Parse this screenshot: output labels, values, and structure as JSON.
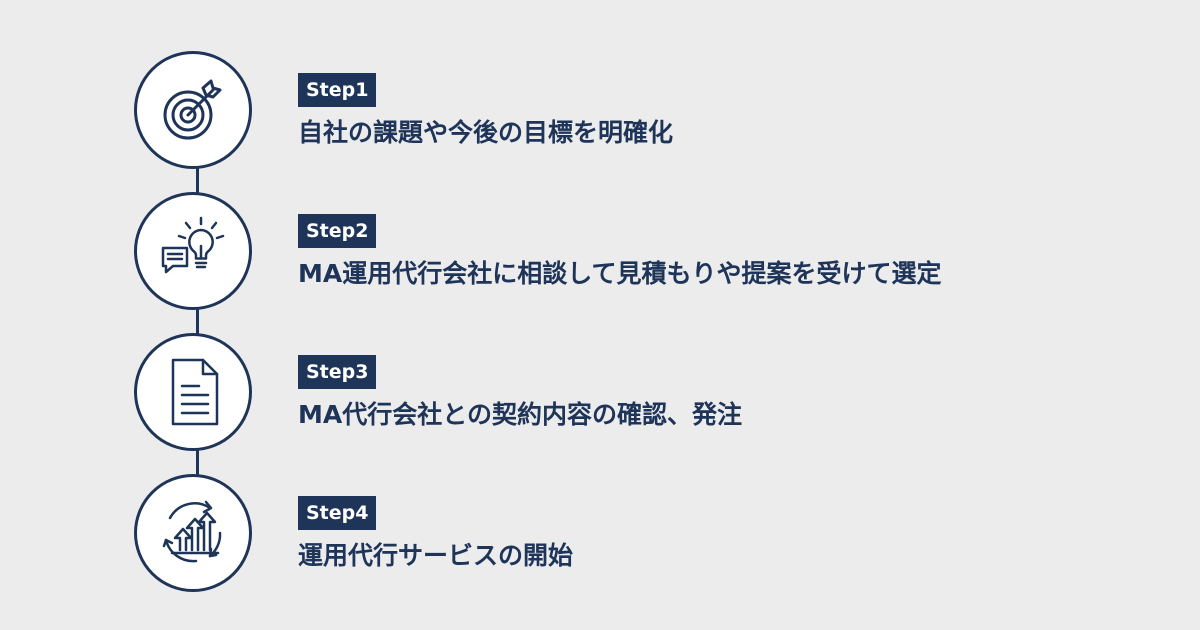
{
  "colors": {
    "background": "#ececec",
    "accent": "#1e3458",
    "circle_fill": "#ffffff"
  },
  "steps": [
    {
      "badge": "Step1",
      "text": "自社の課題や今後の目標を明確化",
      "icon": "target-icon"
    },
    {
      "badge": "Step2",
      "text": "MA運用代行会社に相談して見積もりや提案を受けて選定",
      "icon": "lightbulb-chat-icon"
    },
    {
      "badge": "Step3",
      "text": "MA代行会社との契約内容の確認、発注",
      "icon": "document-icon"
    },
    {
      "badge": "Step4",
      "text": "運用代行サービスの開始",
      "icon": "growth-cycle-icon"
    }
  ]
}
